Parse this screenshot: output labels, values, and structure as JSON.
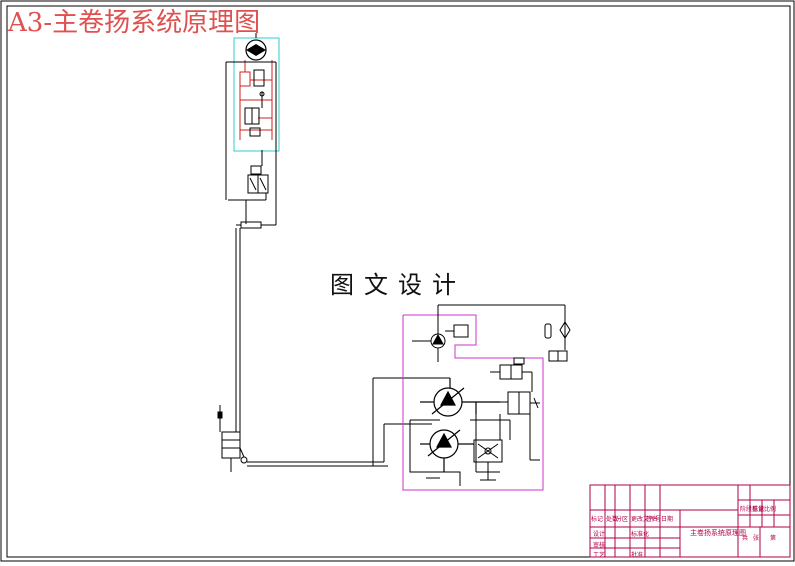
{
  "title": "A3-主卷扬系统原理图",
  "watermark": "图文设计",
  "title_block": {
    "drawing_name": "主卷扬系统原理图",
    "cells": [
      "标记",
      "处数",
      "分区",
      "更改文件号",
      "签名",
      "日期",
      "设计",
      "标准化",
      "审核",
      "工艺",
      "批准",
      "阶段标记",
      "重量",
      "比例",
      "共",
      "张",
      "第"
    ]
  },
  "colors": {
    "frame": "#000000",
    "hydraulic": "#000000",
    "highlight_red": "#cc2222",
    "box_cyan": "#33cccc",
    "box_magenta": "#cc33cc",
    "title_block": "#b0004a",
    "title_text": "#e05050"
  }
}
